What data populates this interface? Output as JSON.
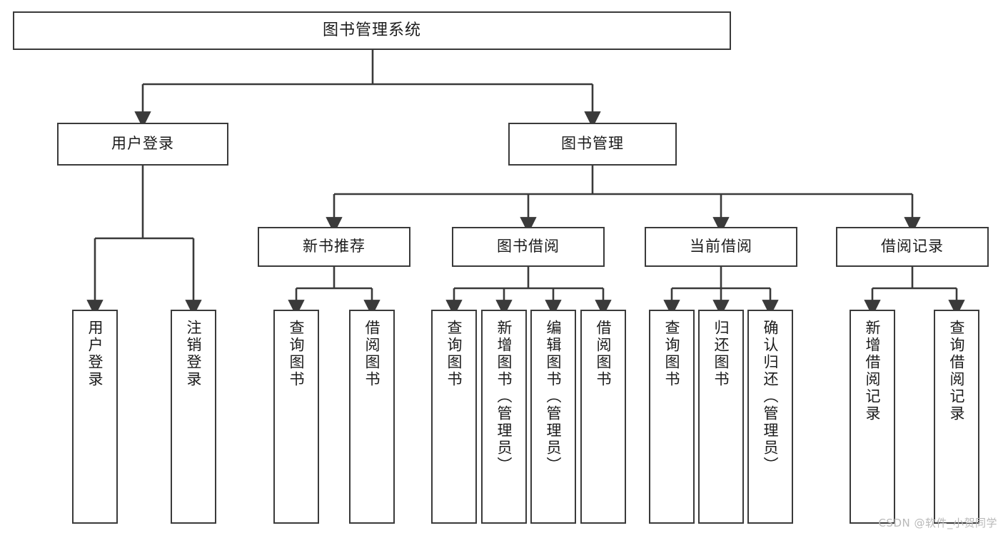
{
  "diagram": {
    "title": "图书管理系统",
    "type": "tree",
    "watermark": "CSDN @软件_小贺同学",
    "colors": {
      "box_border": "#3a3a3a",
      "box_fill": "#ffffff",
      "connector": "#3a3a3a",
      "text": "#1b1b1b",
      "watermark": "#b9b9b9",
      "background": "#ffffff"
    },
    "nodes": {
      "root": {
        "label": "图书管理系统"
      },
      "level2": [
        {
          "id": "user-login",
          "label": "用户登录"
        },
        {
          "id": "book-manage",
          "label": "图书管理"
        }
      ],
      "level3": [
        {
          "id": "new-book-rec",
          "label": "新书推荐"
        },
        {
          "id": "book-borrow",
          "label": "图书借阅"
        },
        {
          "id": "current-borrow",
          "label": "当前借阅"
        },
        {
          "id": "borrow-record",
          "label": "借阅记录"
        }
      ],
      "leaves": {
        "user-login": [
          {
            "id": "leaf-user-login",
            "label": "用户登录"
          },
          {
            "id": "leaf-user-logout",
            "label": "注销登录"
          }
        ],
        "new-book-rec": [
          {
            "id": "leaf-query-book-1",
            "label": "查询图书"
          },
          {
            "id": "leaf-borrow-book-1",
            "label": "借阅图书"
          }
        ],
        "book-borrow": [
          {
            "id": "leaf-query-book-2",
            "label": "查询图书"
          },
          {
            "id": "leaf-add-book",
            "label": "新增图书（管理员）"
          },
          {
            "id": "leaf-edit-book",
            "label": "编辑图书（管理员）"
          },
          {
            "id": "leaf-borrow-book-2",
            "label": "借阅图书"
          }
        ],
        "current-borrow": [
          {
            "id": "leaf-query-book-3",
            "label": "查询图书"
          },
          {
            "id": "leaf-return-book",
            "label": "归还图书"
          },
          {
            "id": "leaf-confirm-return",
            "label": "确认归还（管理员）"
          }
        ],
        "borrow-record": [
          {
            "id": "leaf-add-record",
            "label": "新增借阅记录"
          },
          {
            "id": "leaf-query-record",
            "label": "查询借阅记录"
          }
        ]
      }
    }
  }
}
